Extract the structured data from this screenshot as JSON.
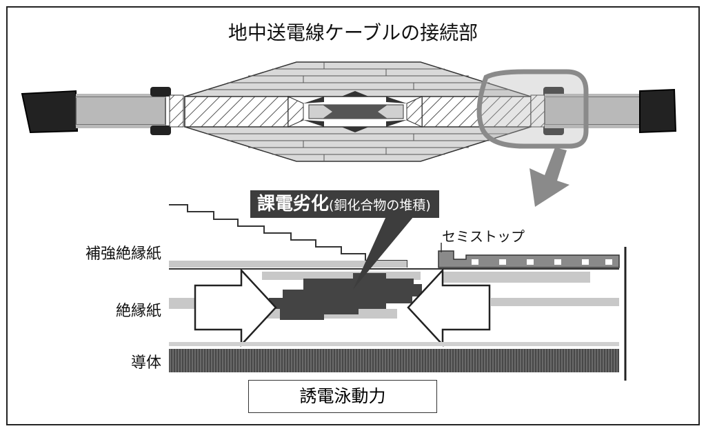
{
  "title": "地中送電線ケーブルの接続部",
  "labels": {
    "reinforcing_paper": "補強絶縁紙",
    "insulating_paper": "絶縁紙",
    "conductor": "導体",
    "semi_stop": "セミストップ"
  },
  "degradation": {
    "main": "課電劣化",
    "sub": "(銅化合物の堆積)"
  },
  "force_label": "誘電泳動力"
}
